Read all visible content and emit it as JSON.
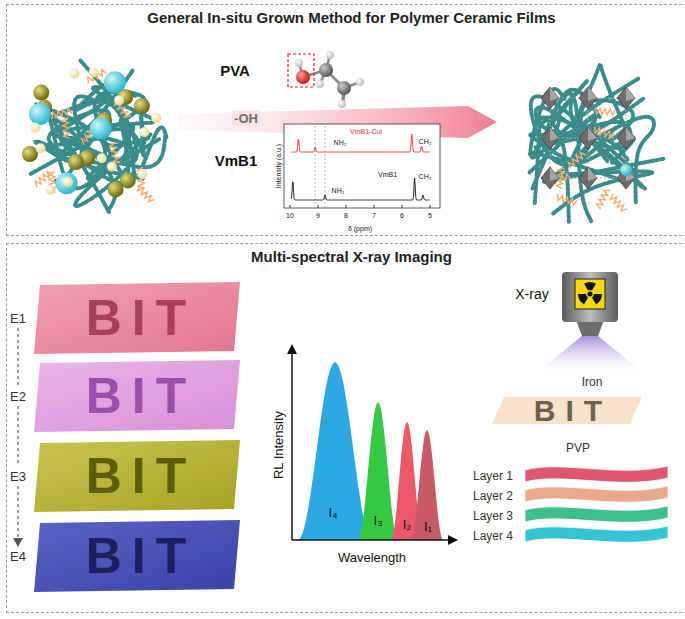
{
  "diagram": {
    "nodes": [
      {
        "text": [
          "General In-situ Grown Method for Polymer Ceramic Films"
        ]
      },
      {
        "text": [
          "Multi-spectral X-ray Imaging"
        ]
      }
    ],
    "labels": [
      "PVA",
      "-OH",
      "VmB1",
      "VmB1-CuI",
      "VmB1",
      "NH₂",
      "NH₂",
      "CH₂",
      "CH₂",
      "Intensity (a.u.)",
      "δ (ppm)",
      "10",
      "9",
      "8",
      "7",
      "6",
      "5",
      "E1",
      "E2",
      "E3",
      "E4",
      "BIT",
      "BIT",
      "BIT",
      "BIT",
      "RL Intensity",
      "Wavelength",
      "I₄",
      "I₃",
      "I₂",
      "I₁",
      "X-ray",
      "Iron",
      "BIT",
      "PVP",
      "Layer 1",
      "Layer 2",
      "Layer 3",
      "Layer 4"
    ]
  }
}
